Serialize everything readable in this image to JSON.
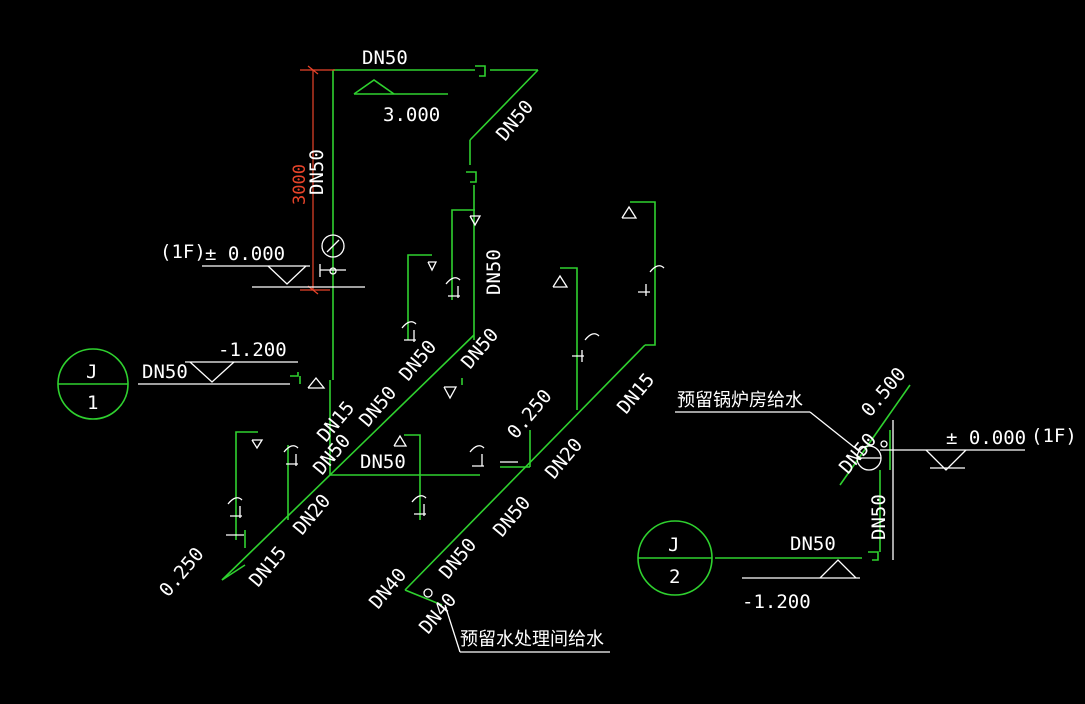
{
  "colors": {
    "background": "#000000",
    "pipe": "#2fd12f",
    "annotation": "#ffffff",
    "dimension": "#e8442a"
  },
  "labels": {
    "dn50_top": "DN50",
    "elev_3000": "3.000",
    "dn50_diag_top": "DN50",
    "dim_3000": "3000",
    "dn50_vert_main": "DN50",
    "floor_1f_left": "(1F)",
    "elev_000_left": "± 0.000",
    "dn50_vert_right": "DN50",
    "circle1_top": "J",
    "circle1_bottom": "1",
    "dn50_inlet1": "DN50",
    "elev_m1200_left": "-1.200",
    "dn50_a": "DN50",
    "dn50_b": "DN50",
    "dn50_c": "DN50",
    "dn15_a": "DN15",
    "dn50_d": "DN50",
    "dn50_e": "DN50",
    "dn20_a": "DN20",
    "dn15_b": "DN15",
    "elev_0250_left": "0.250",
    "elev_0250_mid": "0.250",
    "dn20_b": "DN20",
    "dn15_c": "DN15",
    "dn50_f": "DN50",
    "dn50_g": "DN50",
    "dn40_a": "DN40",
    "dn40_b": "DN40",
    "water_treatment_note": "预留水处理间给水",
    "boiler_note": "预留锅炉房给水",
    "elev_0500": "0.500",
    "dn50_boiler": "DN50",
    "elev_000_right": "± 0.000",
    "floor_1f_right": "(1F)",
    "dn50_vert_boiler": "DN50",
    "circle2_top": "J",
    "circle2_bottom": "2",
    "dn50_inlet2": "DN50",
    "elev_m1200_right": "-1.200"
  }
}
